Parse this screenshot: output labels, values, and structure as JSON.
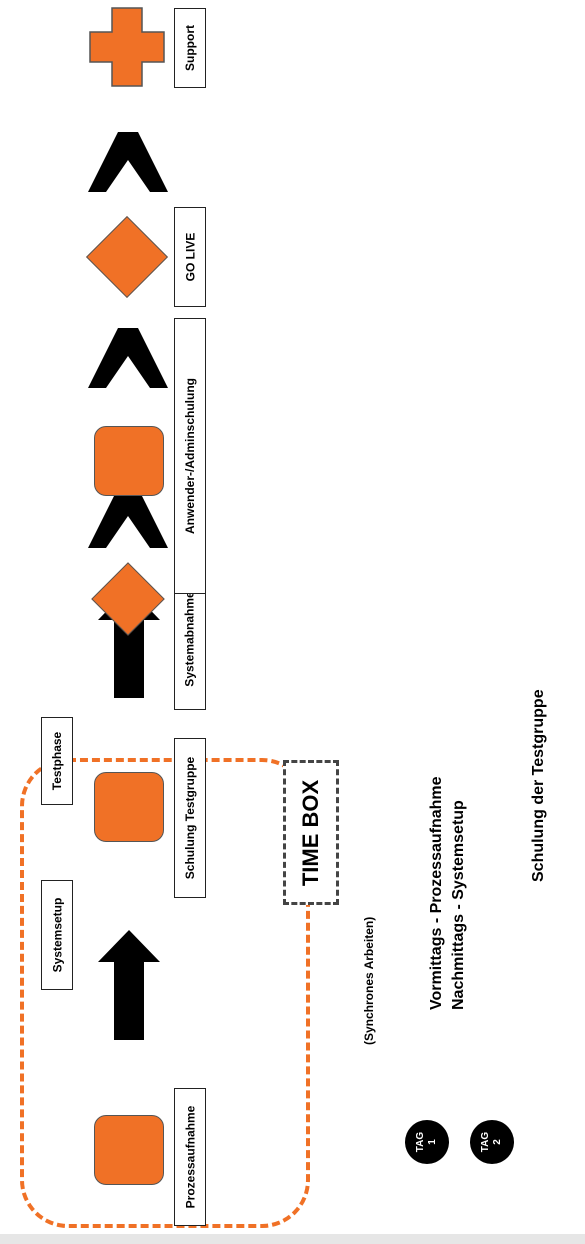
{
  "steps": {
    "prozessaufnahme": "Prozessaufnahme",
    "systemsetup": "Systemsetup",
    "schulung_testgruppe": "Schulung Testgruppe",
    "testphase": "Testphase",
    "systemabnahme": "Systemabnahme",
    "anwender_adminschulung": "Anwender-/Adminschulung",
    "go_live": "GO LIVE",
    "support": "Support"
  },
  "timebox": {
    "title": "TIME BOX",
    "subtitle": "(Synchrones Arbeiten)"
  },
  "legend": {
    "tag1": {
      "line1": "TAG",
      "line2": "1",
      "desc1": "Vormittags - Prozessaufnahme",
      "desc2": "Nachmittags - Systemsetup"
    },
    "tag2": {
      "line1": "TAG",
      "line2": "2",
      "desc1": "Schulung der Testgruppe"
    }
  },
  "colors": {
    "accent_orange": "#f07126",
    "arrow": "#000000",
    "dashed_timebox": "#f07126",
    "dashed_label": "#444444"
  }
}
